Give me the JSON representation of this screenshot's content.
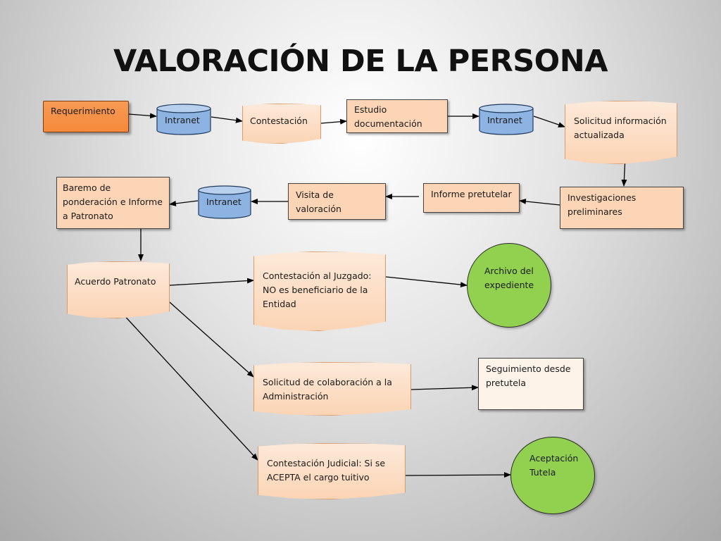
{
  "title": "VALORACIÓN DE LA PERSONA",
  "nodes": {
    "requerimiento": "Requerimiento",
    "intranet_1": "Intranet",
    "contestacion": "Contestación",
    "estudio_documentacion": "Estudio\ndocumentación",
    "intranet_2": "Intranet",
    "solicitud_informacion": "Solicitud información\nactualizada",
    "investigaciones_preliminares": "Investigaciones\npreliminares",
    "informe_pretutelar": "Informe pretutelar",
    "visita_valoracion": "Visita de valoración",
    "intranet_3": "Intranet",
    "baremo": "Baremo de\nponderación e Informe\na Patronato",
    "acuerdo_patronato": "Acuerdo Patronato",
    "contestacion_juzgado": "Contestación al Juzgado:\nNO es beneficiario de la\nEntidad",
    "archivo_expediente": "Archivo del\nexpediente",
    "solicitud_colaboracion": "Solicitud de colaboración a la\nAdministración",
    "seguimiento_pretutela": "Seguimiento desde\npretutela",
    "contestacion_judicial": "Contestación Judicial: Si se\nACEPTA el cargo tuitivo",
    "aceptacion_tutela": "Aceptación\nTutela"
  },
  "colors": {
    "process_fill": "#fbd5b5",
    "document_fill": "#fde9d9",
    "start_fill": "#f58a3a",
    "database_fill": "#8db3e2",
    "terminal_fill": "#92d050",
    "connector": "#000000"
  }
}
